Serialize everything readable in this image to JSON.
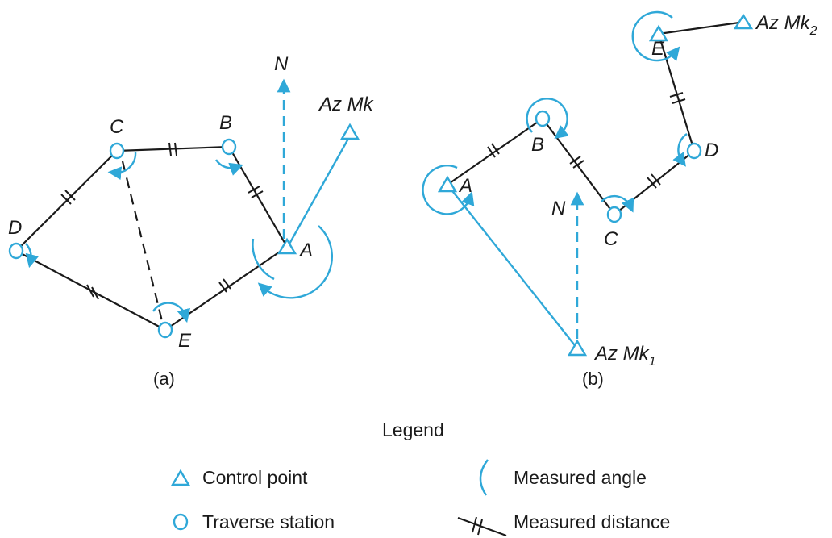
{
  "colors": {
    "line": "#1a1a1a",
    "accent": "#2fa8d8"
  },
  "diagram_a": {
    "caption": "(a)",
    "north_label": "N",
    "azimuth_mark_label": "Az Mk",
    "stations": {
      "A": "A",
      "B": "B",
      "C": "C",
      "D": "D",
      "E": "E"
    }
  },
  "diagram_b": {
    "caption": "(b)",
    "north_label": "N",
    "azimuth_mark_1": {
      "base": "Az Mk",
      "sub": "1"
    },
    "azimuth_mark_2": {
      "base": "Az Mk",
      "sub": "2"
    },
    "stations": {
      "A": "A",
      "B": "B",
      "C": "C",
      "D": "D",
      "E": "E"
    }
  },
  "legend": {
    "title": "Legend",
    "control_point": "Control point",
    "traverse_station": "Traverse station",
    "measured_angle": "Measured angle",
    "measured_distance": "Measured distance"
  }
}
